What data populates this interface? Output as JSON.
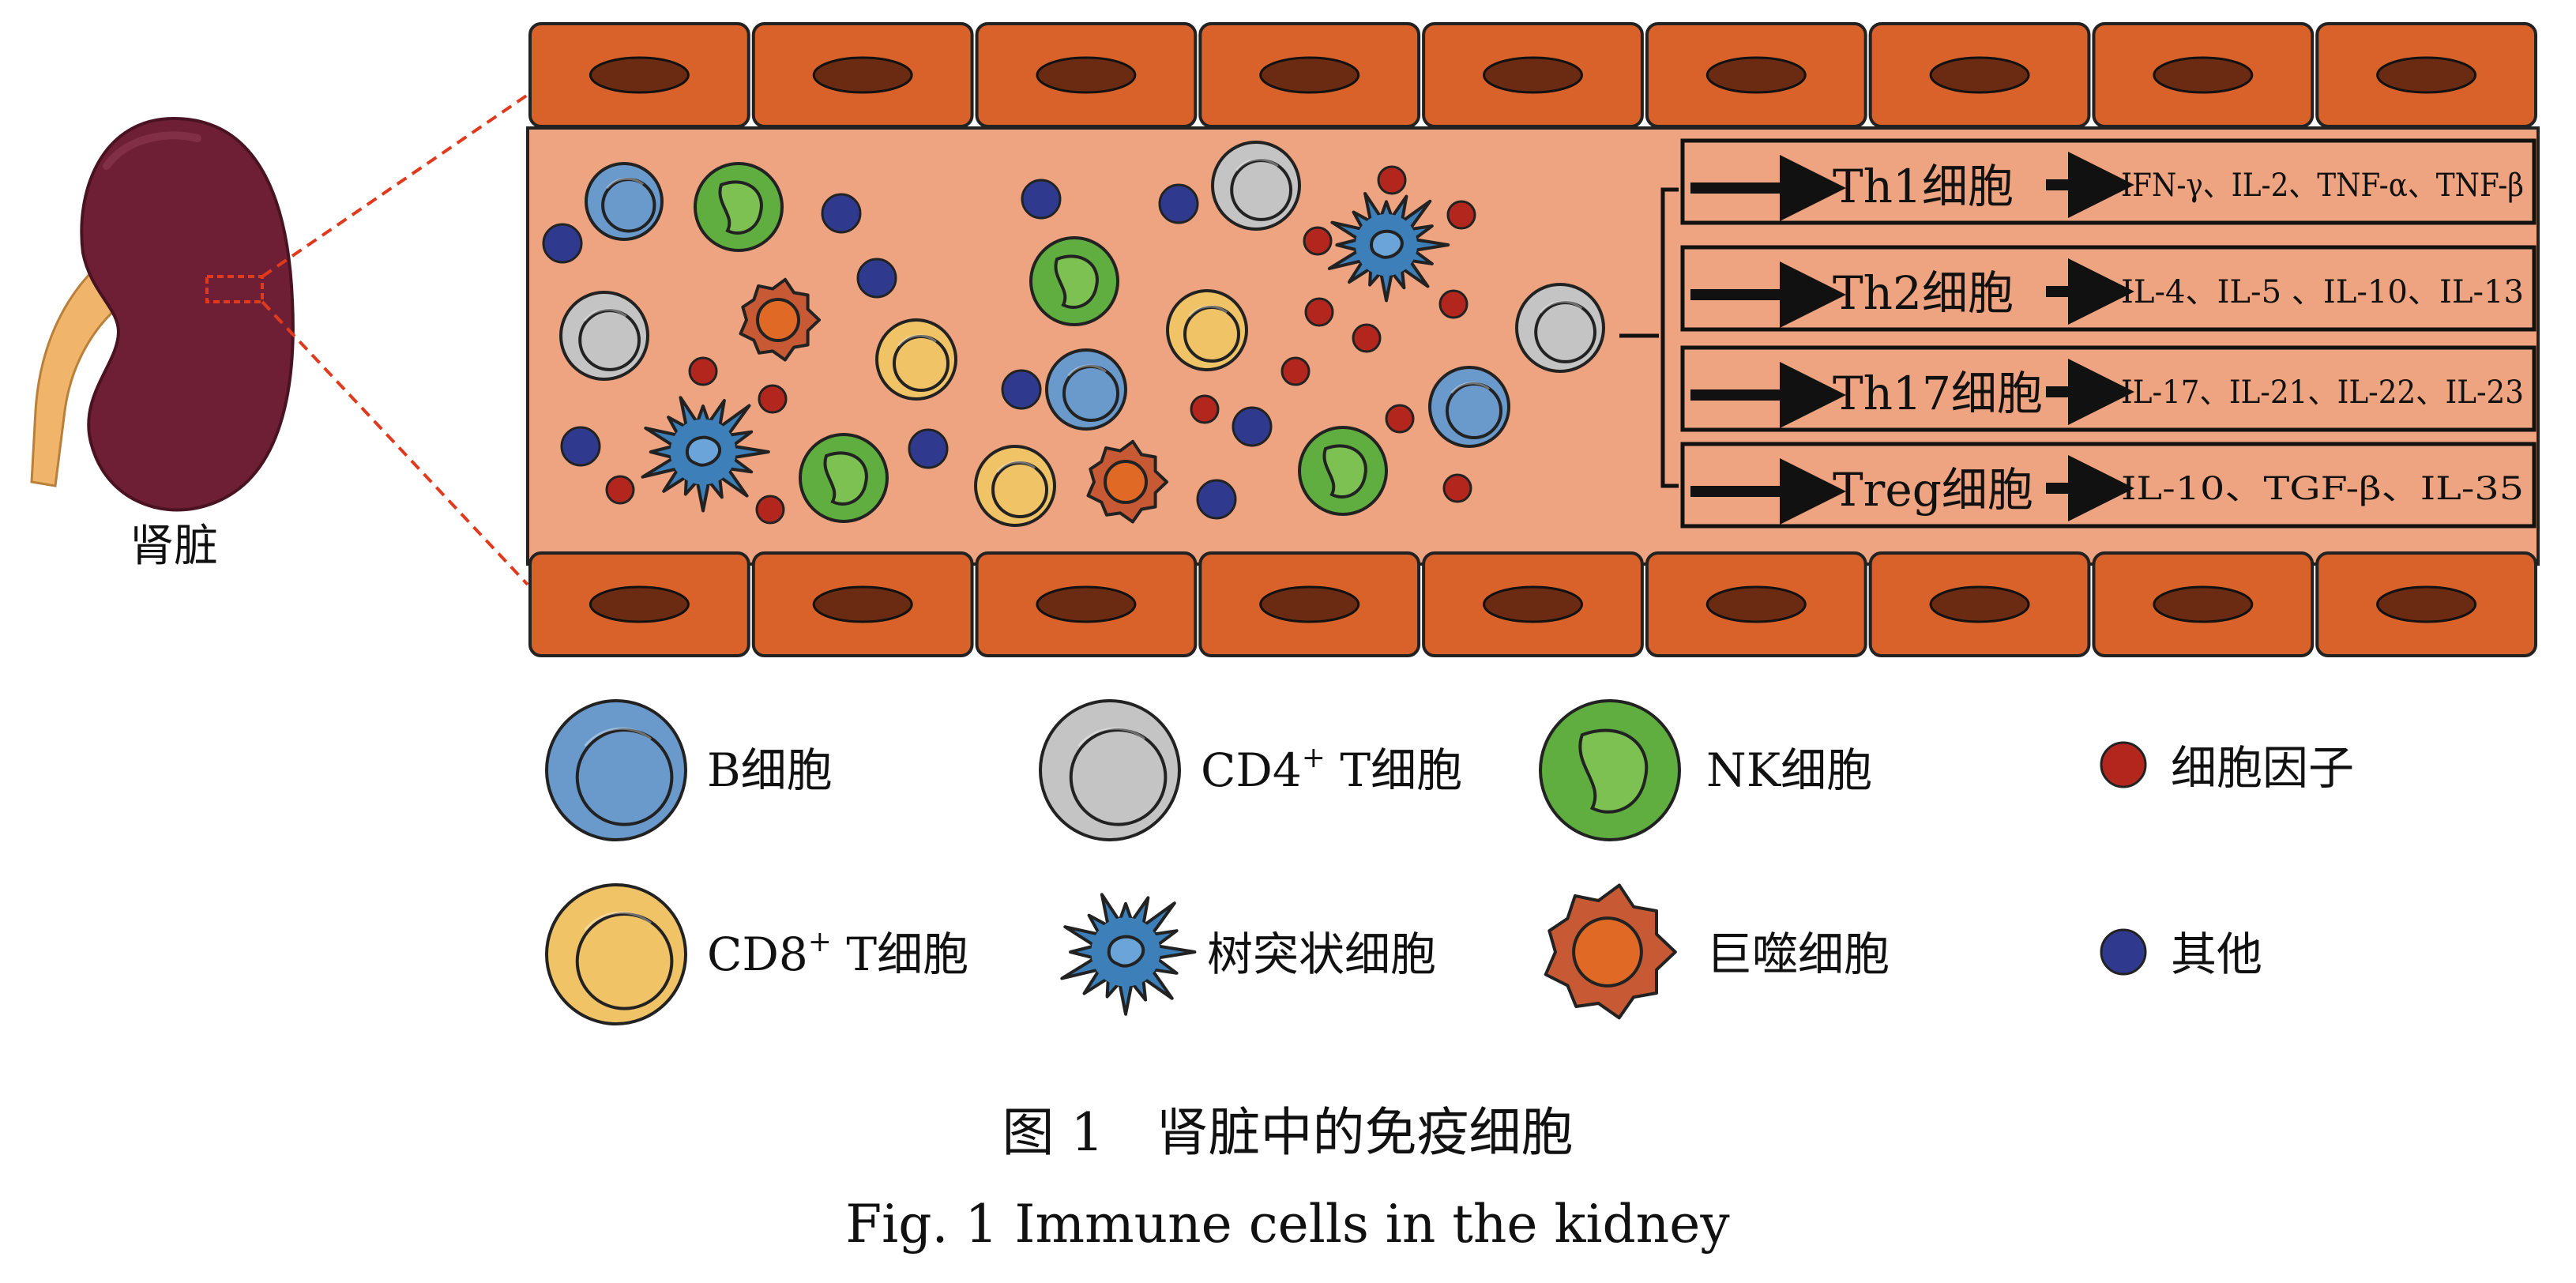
{
  "organ": {
    "label": "肾脏"
  },
  "subsets": [
    {
      "name": "Th1细胞",
      "cytokines": "IFN-γ、IL-2、TNF-α、TNF-β"
    },
    {
      "name": "Th2细胞",
      "cytokines": "IL-4、IL-5 、IL-10、IL-13"
    },
    {
      "name": "Th17细胞",
      "cytokines": "IL-17、IL-21、IL-22、IL-23"
    },
    {
      "name": "Treg细胞",
      "cytokines": "IL-10、TGF-β、IL-35"
    }
  ],
  "legend": {
    "b_cell": "B细胞",
    "cd4_t": {
      "prefix": "CD4",
      "sup": "+",
      "suffix": " T细胞"
    },
    "nk": "NK细胞",
    "cytokine": "细胞因子",
    "cd8_t": {
      "prefix": "CD8",
      "sup": "+",
      "suffix": " T细胞"
    },
    "dendritic": "树突状细胞",
    "macrophage": "巨噬细胞",
    "other": "其他"
  },
  "caption": {
    "zh": "图 1　肾脏中的免疫细胞",
    "en": "Fig. 1   Immune cells in the kidney"
  },
  "colors": {
    "endothelium": "#d9622b",
    "nucleus": "#6b2a12",
    "lumen": "#eea480",
    "kidney": "#6e1f35",
    "b_cell": "#6a9acb",
    "cd4_t": "#c4c4c4",
    "nk": "#5fae3f",
    "cd8_t": "#f0c466",
    "dendritic": "#3d7fb8",
    "macrophage": "#c75a35",
    "cytokine": "#b3261e",
    "other": "#2f3a8f",
    "zoom_line": "#e03a1e"
  }
}
